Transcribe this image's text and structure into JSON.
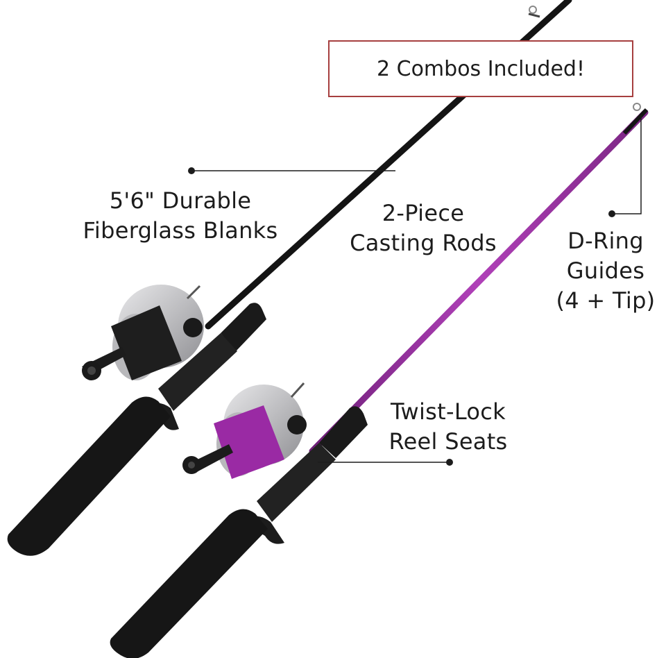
{
  "banner": {
    "text": "2 Combos Included!"
  },
  "callouts": {
    "blanks": {
      "line1": "5'6\" Durable",
      "line2": "Fiberglass Blanks"
    },
    "rods": {
      "line1": "2-Piece",
      "line2": "Casting Rods"
    },
    "guides": {
      "line1": "D-Ring",
      "line2": "Guides",
      "line3": "(4 + Tip)"
    },
    "seats": {
      "line1": "Twist-Lock",
      "line2": "Reel Seats"
    }
  },
  "colors": {
    "banner_border": "#a63f3f",
    "rod_black": "#141414",
    "rod_purple": "#8e2a96",
    "reel_silver": "#c9c9cb",
    "text": "#1c1c1c"
  }
}
